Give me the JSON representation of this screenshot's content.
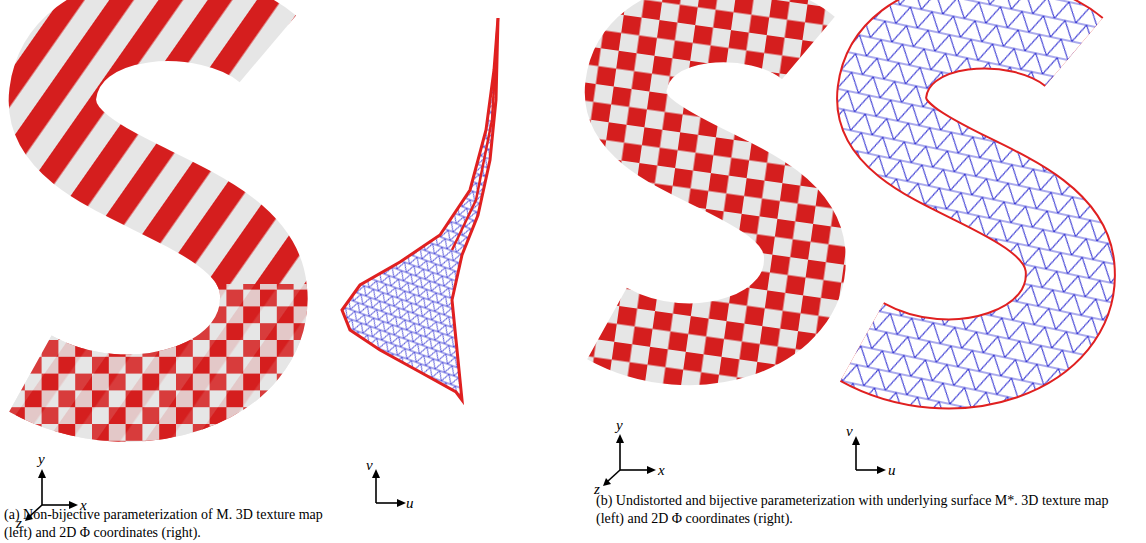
{
  "diagram": {
    "labels": [
      "y",
      "x",
      "z",
      "v",
      "u",
      "(a) Non-bijective parameterization of M. 3D texture map (left) and 2D Φ coordinates (right).",
      "y",
      "x",
      "z",
      "v",
      "u",
      "(b) Undistorted and bijective parameterization with underlying surface M*. 3D texture map (left) and 2D Φ coordinates (right)."
    ]
  }
}
